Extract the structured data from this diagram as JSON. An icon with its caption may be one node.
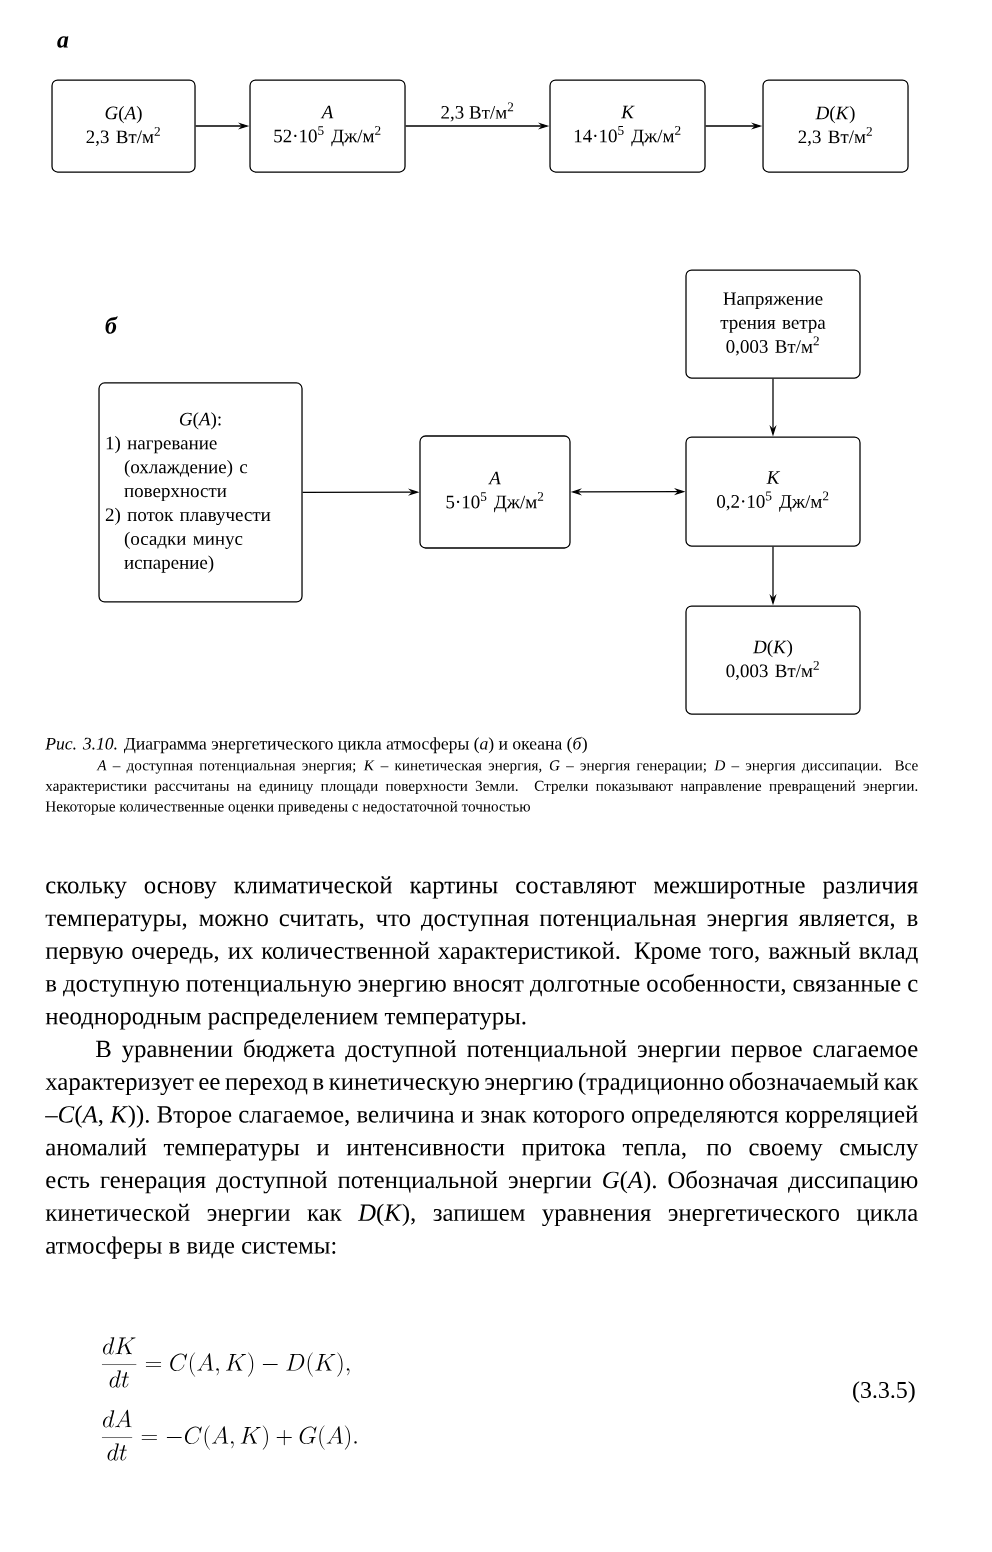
{
  "diagram": {
    "caption": "*Рис. 3.10.* Диаграмма энергетического цикла атмосферы (*а*) и океана (*б*)",
    "nodes": [
      {
        "text": [
          "*G*(*A*)",
          "2,3 Вт/м$^{2}$"
        ]
      },
      {
        "text": [
          "A",
          "52·10$^{5}$ Дж/м$^{2}$"
        ]
      },
      {
        "text": [
          "K",
          "14·10$^{5}$ Дж/м$^{2}$"
        ]
      },
      {
        "text": [
          "*D*(*K*)",
          "2,3 Вт/м$^{2}$"
        ]
      },
      {
        "text": [
          "Напряжение трения ветра",
          "0,003 Вт/м$^{2}$"
        ]
      },
      {
        "text": [
          "*G*(*A*):",
          "1) нагревание (охлаждение) с поверхности",
          "2) поток плавучести (осадки минус испарение)"
        ]
      },
      {
        "text": [
          "A",
          "5·10$^{5}$ Дж/м$^{2}$"
        ]
      },
      {
        "text": [
          "K",
          "0,2·10$^{5}$ Дж/м$^{2}$"
        ]
      },
      {
        "text": [
          "*D*(*K*)",
          "0,003 Вт/м$^{2}$"
        ]
      }
    ],
    "edges": [
      {
        "from": 0,
        "to": 1,
        "arrow": "to"
      },
      {
        "from": 1,
        "to": 2,
        "arrow": "to",
        "label": "2,3 Вт/м$^{2}$"
      },
      {
        "from": 2,
        "to": 3,
        "arrow": "to"
      },
      {
        "from": 5,
        "to": 6,
        "arrow": "to"
      },
      {
        "from": 6,
        "to": 7,
        "arrow": "both"
      },
      {
        "from": 4,
        "to": 7,
        "arrow": "to"
      },
      {
        "from": 7,
        "to": 8,
        "arrow": "to"
      }
    ],
    "labels": [
      "а",
      "б",
      "*A* – доступная потенциальная энергия; *K* – кинетическая энергия, *G* – энергия генерации; *D* – энергия диссипации. Все характеристики рассчитаны на единицу площади поверхности Земли. Стрелки показывают направление превращений энергии. Некоторые количественные оценки приведены с недостаточной точностью",
      "скольку основу климатической картины составляют межширотные различия температуры, можно считать, что доступная потенциальная энергия является, в первую очередь, их количественной характеристикой. Кроме того, важный вклад в доступную потенциальную энергию вносят долготные особенности, связанные с неоднородным распределением температуры.",
      "В уравнении бюджета доступной потенциальной энергии первое слагаемое характеризует ее переход в кинетическую энергию (традиционно обозначаемый как –*C*(*A*, *K*)). Второе слагаемое, величина и знак которого определяются корреляцией аномалий температуры и интенсивности притока тепла, по своему смыслу есть генерация доступной потенциальной энергии *G*(*A*). Обозначая диссипацию кинетической энергии как *D*(*K*), запишем уравнения энергетического цикла атмосферы в виде системы:",
      "\\frac{dK}{dt}=C(A,K)-D(K),",
      "\\frac{dA}{dt}=-C(A,K)+G(A).",
      "(3.3.5)"
    ]
  }
}
